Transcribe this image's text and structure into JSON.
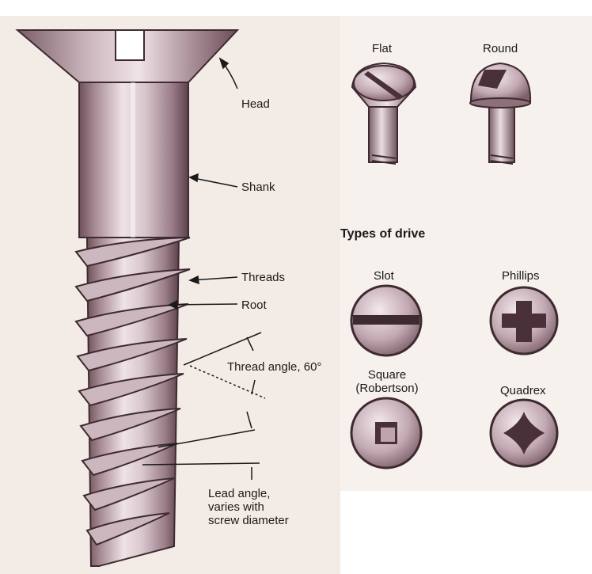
{
  "anatomy": {
    "head": "Head",
    "shank": "Shank",
    "threads": "Threads",
    "root": "Root",
    "thread_angle": "Thread angle, 60°",
    "lead_angle": "Lead angle,\nvaries with\nscrew diameter"
  },
  "head_types": {
    "flat": "Flat",
    "round": "Round"
  },
  "drive": {
    "title": "Types of drive",
    "slot": "Slot",
    "phillips": "Phillips",
    "square": "Square\n(Robertson)",
    "quadrex": "Quadrex"
  },
  "colors": {
    "background": "#ffffff",
    "panel": "#f2e9e4",
    "metal_dark": "#5a3f48",
    "metal_mid": "#9c7f8a",
    "metal_light": "#e6d6dc",
    "ink": "#1a1a1a"
  }
}
